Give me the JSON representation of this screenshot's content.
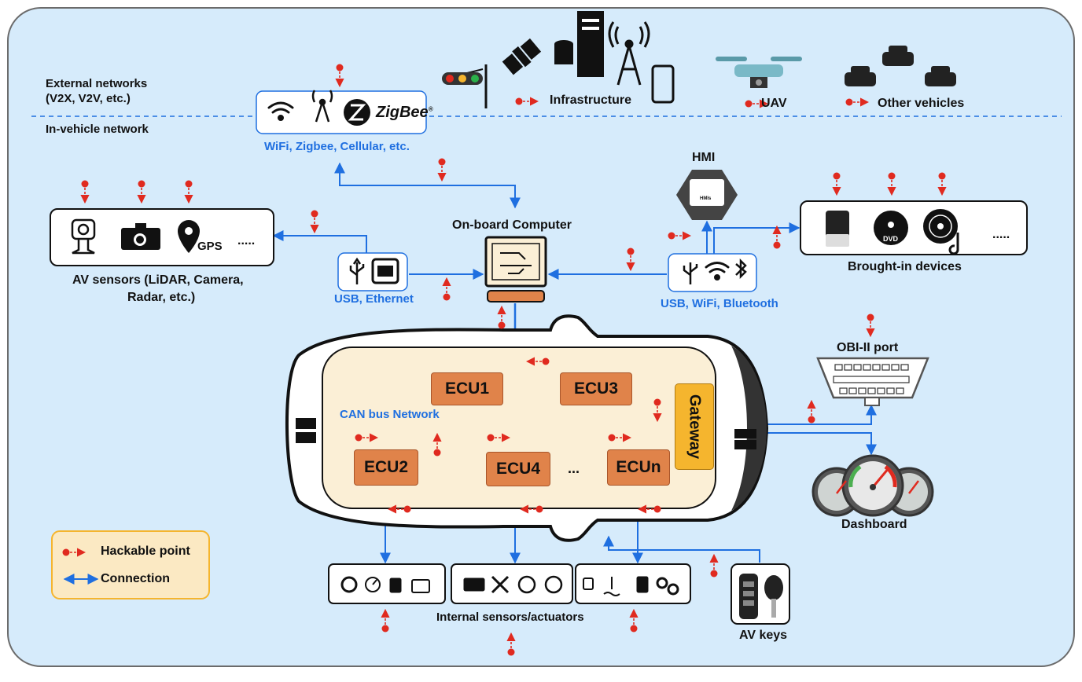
{
  "external_networks_label": "External networks",
  "external_networks_sub": "(V2X, V2V, etc.)",
  "in_vehicle_label": "In-vehicle network",
  "wireless_box": {
    "zigbee_text": "ZigBee",
    "zigbee_mark": "®",
    "caption": "WiFi, Zigbee, Cellular, etc."
  },
  "infrastructure_label": "Infrastructure",
  "uav_label": "UAV",
  "other_vehicles_label": "Other vehicles",
  "hmi_label": "HMI",
  "hmi_screen_text": "HMIs",
  "onboard_label": "On-board Computer",
  "av_sensors": {
    "line1": "AV sensors (LiDAR, Camera,",
    "line2": "Radar, etc.)",
    "gps": "GPS",
    "more": "....."
  },
  "usb_eth_caption": "USB, Ethernet",
  "usb_wifi_bt_caption": "USB, WiFi, Bluetooth",
  "brought_in": {
    "label": "Brought-in devices",
    "dvd": "DVD",
    "more": "....."
  },
  "obd_label": "OBI-II port",
  "dashboard_label": "Dashboard",
  "can_label": "CAN bus Network",
  "ecus": {
    "ecu1": "ECU1",
    "ecu2": "ECU2",
    "ecu3": "ECU3",
    "ecu4": "ECU4",
    "ecun": "ECUn",
    "ellipsis": "..."
  },
  "gateway_label": "Gateway",
  "internal_label": "Internal sensors/actuators",
  "av_keys_label": "AV keys",
  "legend": {
    "hackable": "Hackable point",
    "connection": "Connection"
  },
  "colors": {
    "background": "#d6ebfb",
    "border": "#6b6b6b",
    "connection": "#1f6fe0",
    "hackable": "#e02a1f",
    "car_cabin": "#fbefd6",
    "ecu": "#e0834a",
    "gateway": "#f5b52e",
    "legend_bg": "#fbe9c3"
  }
}
